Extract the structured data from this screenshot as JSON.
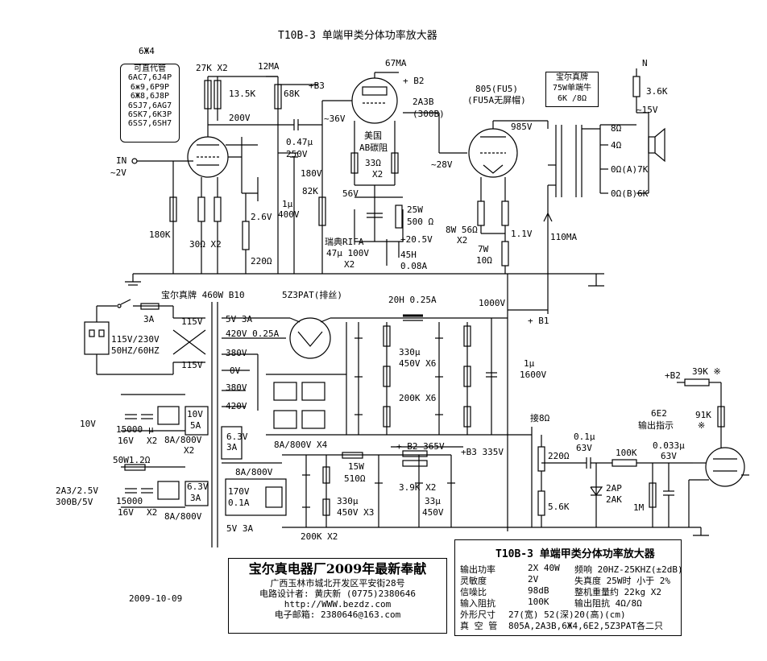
{
  "title": "T10B-3 单端甲类分体功率放大器",
  "date": "2009-10-09",
  "substitutes": {
    "heading": "可直代管",
    "items": [
      "6AC7,6J4P",
      "6ж9,6P9P",
      "6Ж8,6J8P",
      "6SJ7,6AG7",
      "6SK7,6K3P",
      "6SS7,6SH7"
    ]
  },
  "labels": {
    "v1_tube": "6Ж4",
    "r_27k": "27K X2",
    "r_13k5": "13.5K",
    "r_68k": "68K",
    "ma12": "12MA",
    "b3_top": "+B3",
    "v200": "200V",
    "tube_2a3": "2A3B",
    "tube_2a3_sub": "(300B)",
    "ma67": "67MA",
    "b2_top": "+ B2",
    "v36": "~36V",
    "in": "IN",
    "v2": "~2V",
    "c047": "0.47μ",
    "c047v": "250V",
    "v180": "180V",
    "c1u": "1μ",
    "c1uv": "400V",
    "r82k": "82K",
    "r180k": "180K",
    "r30": "30Ω X2",
    "r26k": "2.6V",
    "r220": "220Ω",
    "us": "美国",
    "ab": "AB碳阻",
    "r33": "33Ω",
    "x2a": "X2",
    "v56": "56V",
    "r25w": "25W",
    "r500": "500 Ω",
    "rifa1": "瑞典RIFA",
    "rifa2": "47μ 100V",
    "rifa3": "X2",
    "b2_mid": "+20.5V",
    "h45": "45H",
    "a008": "0.08A",
    "tube_805": "805(FU5)",
    "tube_805_sub": "(FU5A无屏帽)",
    "v985": "985V",
    "v28": "~28V",
    "r8w": "8W 56Ω",
    "x2b": "X2",
    "v11": "1.1V",
    "r7w": "7W",
    "r10": "10Ω",
    "ma110": "110MA",
    "ot1": "宝尔真牌",
    "ot2": "75W单端牛",
    "ot3": "6K /8Ω",
    "n": "N",
    "r36k": "3.6K",
    "v15": "~15V",
    "o8": "8Ω",
    "o4": "4Ω",
    "o0a": "0Ω(A)7K",
    "o0b": "0Ω(B)6K",
    "pt": "宝尔真牌 460W B10",
    "rect": "5Z3PAT(排丝)",
    "ch20h": "20H 0.25A",
    "v1000": "1000V",
    "b1": "+ B1",
    "f3a": "3A",
    "mains": "115V/230V",
    "hz": "50HZ/60HZ",
    "v115a": "115V",
    "v115b": "115V",
    "s5v": "5V 3A",
    "s420": "420V  0.25A",
    "s380a": "380V",
    "s0v": "0V",
    "s380b": "380V",
    "s420b": "420V",
    "c330": "330μ",
    "c330v": "450V X6",
    "r200k": "200K X6",
    "c1u2": "1μ",
    "c1u2v": "1600V",
    "d8a": "8A/800V X4",
    "s63": "6.3V",
    "s63a": "3A",
    "s10v": "10V",
    "c15000": "15000",
    "c15000v": "16V",
    "mu": "μ",
    "x2c": "X2",
    "b10v": "10V",
    "b5a": "5A",
    "d8a2": "8A/800V",
    "x2d": "X2",
    "r50w": "50W1.2Ω",
    "fil": "2A3/2.5V",
    "fil2": "300B/5V",
    "c15000b": "15000",
    "c15000bv": "16V",
    "x2e": "X2",
    "b63": "6.3V",
    "b3a": "3A",
    "d8a3": "8A/800V",
    "d8a4": "8A/800V",
    "s170": "170V",
    "s01": "0.1A",
    "s5v2": "5V 3A",
    "b2b": "+ B2  365V",
    "b3b": "+B3  335V",
    "r15w": "15W",
    "r510": "510Ω",
    "r39": "3.9K X2",
    "c330b": "330μ",
    "c330bv": "450V X3",
    "c33": "33μ",
    "c33v": "450V",
    "r200k2": "200K X2",
    "tap8": "接8Ω",
    "r220b": "220Ω",
    "r56k": "5.6K",
    "c01": "0.1μ",
    "c01v": "63V",
    "r100k": "100K",
    "c0033": "0.033μ",
    "c0033v": "63V",
    "d2ap": "2AP",
    "d2ak": "2AK",
    "r1m": "1M",
    "b2c": "+B2",
    "r39k": "39K ※",
    "r91k": "91K",
    "star": "※",
    "e2": "6E2",
    "ind": "输出指示"
  },
  "info": {
    "title": "T10B-3  单端甲类分体功率放大器",
    "rows": [
      [
        "输出功率",
        "2X 40W",
        "频响 20HZ-25KHZ(±2dB)"
      ],
      [
        "灵敏度",
        "2V",
        "失真度  25W时 小于 2%"
      ],
      [
        "信噪比",
        "98dB",
        "整机重量约   22kg X2"
      ],
      [
        "输入阻抗",
        "100K",
        "输出阻抗   4Ω/8Ω"
      ],
      [
        "外形尺寸",
        "27(宽) 52(深)20(高)(cm)",
        ""
      ],
      [
        "真 空 管",
        "805A,2A3B,6Ж4,6E2,5Z3PAT各二只",
        ""
      ]
    ]
  },
  "maker": {
    "brand": "宝尔真电器厂2009年最新奉献",
    "addr": "广西玉林市城北开发区平安街28号",
    "designer": "电路设计者: 黄庆新    (0775)2380646",
    "web": "http://WWW.bezdz.com",
    "email": "电子邮箱: 2380646@163.com"
  }
}
